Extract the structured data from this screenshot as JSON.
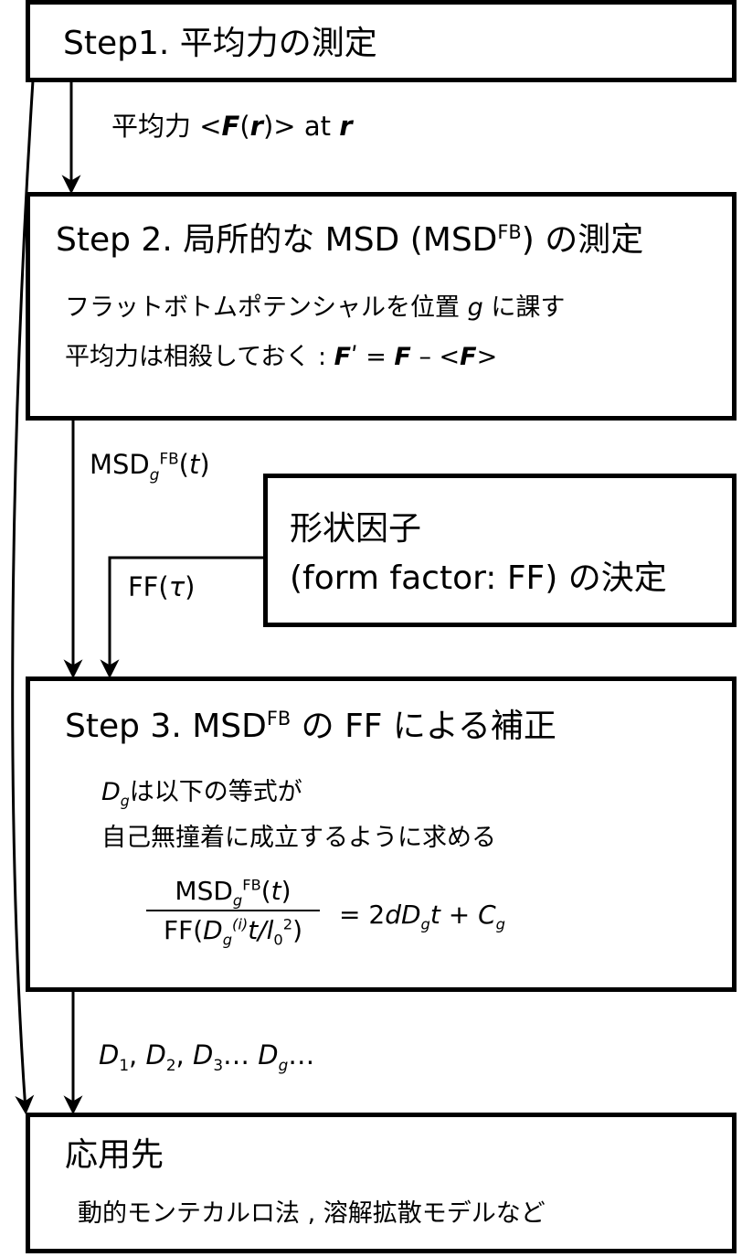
{
  "step1": {
    "title": "Step1. 平均力の測定"
  },
  "arrow1": {
    "label_pre": "平均力 <",
    "F": "F",
    "paren_open": "(",
    "r": "r",
    "paren_close": ")> at ",
    "r2": "r"
  },
  "step2": {
    "title_pre": "Step 2. 局所的な MSD (MSD",
    "title_sup": "FB",
    "title_post": ") の測定",
    "line1_pre": "フラットボトムポテンシャルを位置 ",
    "line1_var": "g",
    "line1_post": " に課す",
    "line2_pre": "平均力は相殺しておく : ",
    "line2_F1": "F",
    "line2_prime": "ʹ",
    "line2_eq": " = ",
    "line2_F2": "F",
    "line2_minus": " – <",
    "line2_F3": "F",
    "line2_close": ">"
  },
  "arrow2": {
    "msd": "MSD",
    "sub": "g",
    "sup": "FB",
    "paren_open": "(",
    "t": "t",
    "paren_close": ")"
  },
  "ff_box": {
    "line1": "形状因子",
    "line2": "(form factor: FF) の決定"
  },
  "arrow_ff": {
    "ff": "FF(",
    "tau": "τ",
    "close": ")"
  },
  "step3": {
    "title_pre": "Step 3. MSD",
    "title_sup": "FB",
    "title_post": " の FF による補正",
    "line1_var": "D",
    "line1_sub": "g",
    "line1_post": "は以下の等式が",
    "line2": "自己無撞着に成立するように求める",
    "eq_num_msd": "MSD",
    "eq_num_sub": "g",
    "eq_num_sup": "FB",
    "eq_num_open": "(",
    "eq_num_t": "t",
    "eq_num_close": ")",
    "eq_den_ff": "FF(",
    "eq_den_D": "D",
    "eq_den_sub": "g",
    "eq_den_sup": "(i)",
    "eq_den_t": "t/l",
    "eq_den_sub0": "0",
    "eq_den_sup2": "2",
    "eq_den_close": ")",
    "eq_rhs_eq": "= 2",
    "eq_rhs_dDg": "dD",
    "eq_rhs_sub": "g",
    "eq_rhs_t": "t",
    "eq_rhs_plus": " + ",
    "eq_rhs_C": "C",
    "eq_rhs_csub": "g"
  },
  "arrow3": {
    "D1": "D",
    "s1": "1",
    "c1": ", ",
    "D2": "D",
    "s2": "2",
    "c2": ", ",
    "D3": "D",
    "s3": "3",
    "dots": "… ",
    "Dg": "D",
    "sg": "g",
    "dots2": "…"
  },
  "apply_box": {
    "title": "応用先",
    "line1": "動的モンテカルロ法 , 溶解拡散モデルなど"
  }
}
